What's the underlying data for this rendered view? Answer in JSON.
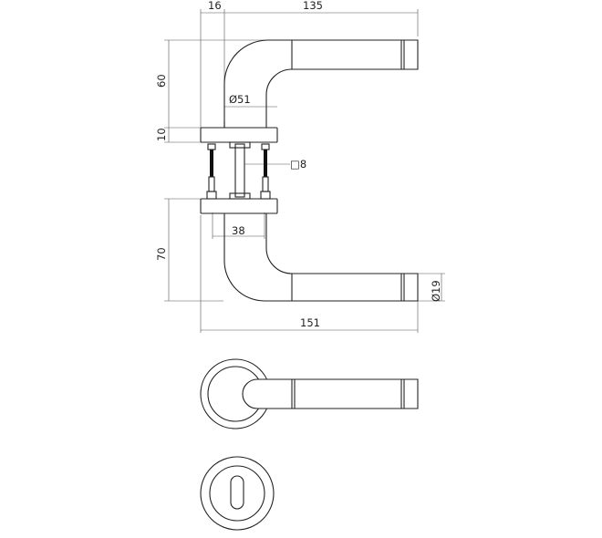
{
  "dimensions": {
    "rose_offset": "16",
    "lever_length": "135",
    "lever_height": "60",
    "rose_diameter": "Ø51",
    "rose_thickness": "10",
    "spindle_square": "□8",
    "screw_spacing": "38",
    "lower_height": "70",
    "overall_length": "151",
    "grip_diameter": "Ø19"
  },
  "colors": {
    "line": "#222222",
    "background": "#ffffff"
  }
}
